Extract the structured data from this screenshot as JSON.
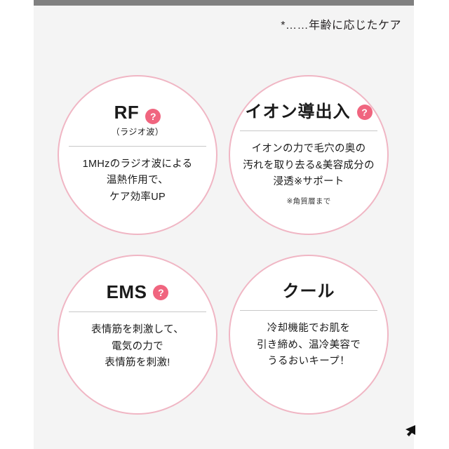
{
  "page": {
    "background_color": "#f4f4f4",
    "margin_color": "#ffffff",
    "top_bar_color": "#808080",
    "accent_pink": "#f0b6c4",
    "badge_color": "#f0657f"
  },
  "note": {
    "text": "*……年齢に応じたケア"
  },
  "features": [
    {
      "title": "RF",
      "subtitle": "（ラジオ波）",
      "badge": "?",
      "has_badge": true,
      "body": "1MHzのラジオ波による\n温熱作用で、\nケア効率UP",
      "note": ""
    },
    {
      "title": "イオン導出入",
      "subtitle": "",
      "badge": "?",
      "has_badge": true,
      "body": "イオンの力で毛穴の奥の\n汚れを取り去る&美容成分の\n浸透※サポート",
      "note": "※角質層まで"
    },
    {
      "title": "EMS",
      "subtitle": "",
      "badge": "?",
      "has_badge": true,
      "body": "表情筋を刺激して、\n電気の力で\n表情筋を刺激!",
      "note": ""
    },
    {
      "title": "クール",
      "subtitle": "",
      "badge": "",
      "has_badge": false,
      "body": "冷却機能でお肌を\n引き締め、温冷美容で\nうるおいキープ！",
      "note": ""
    }
  ],
  "pointer": {
    "icon": "cursor-arrow-icon"
  }
}
